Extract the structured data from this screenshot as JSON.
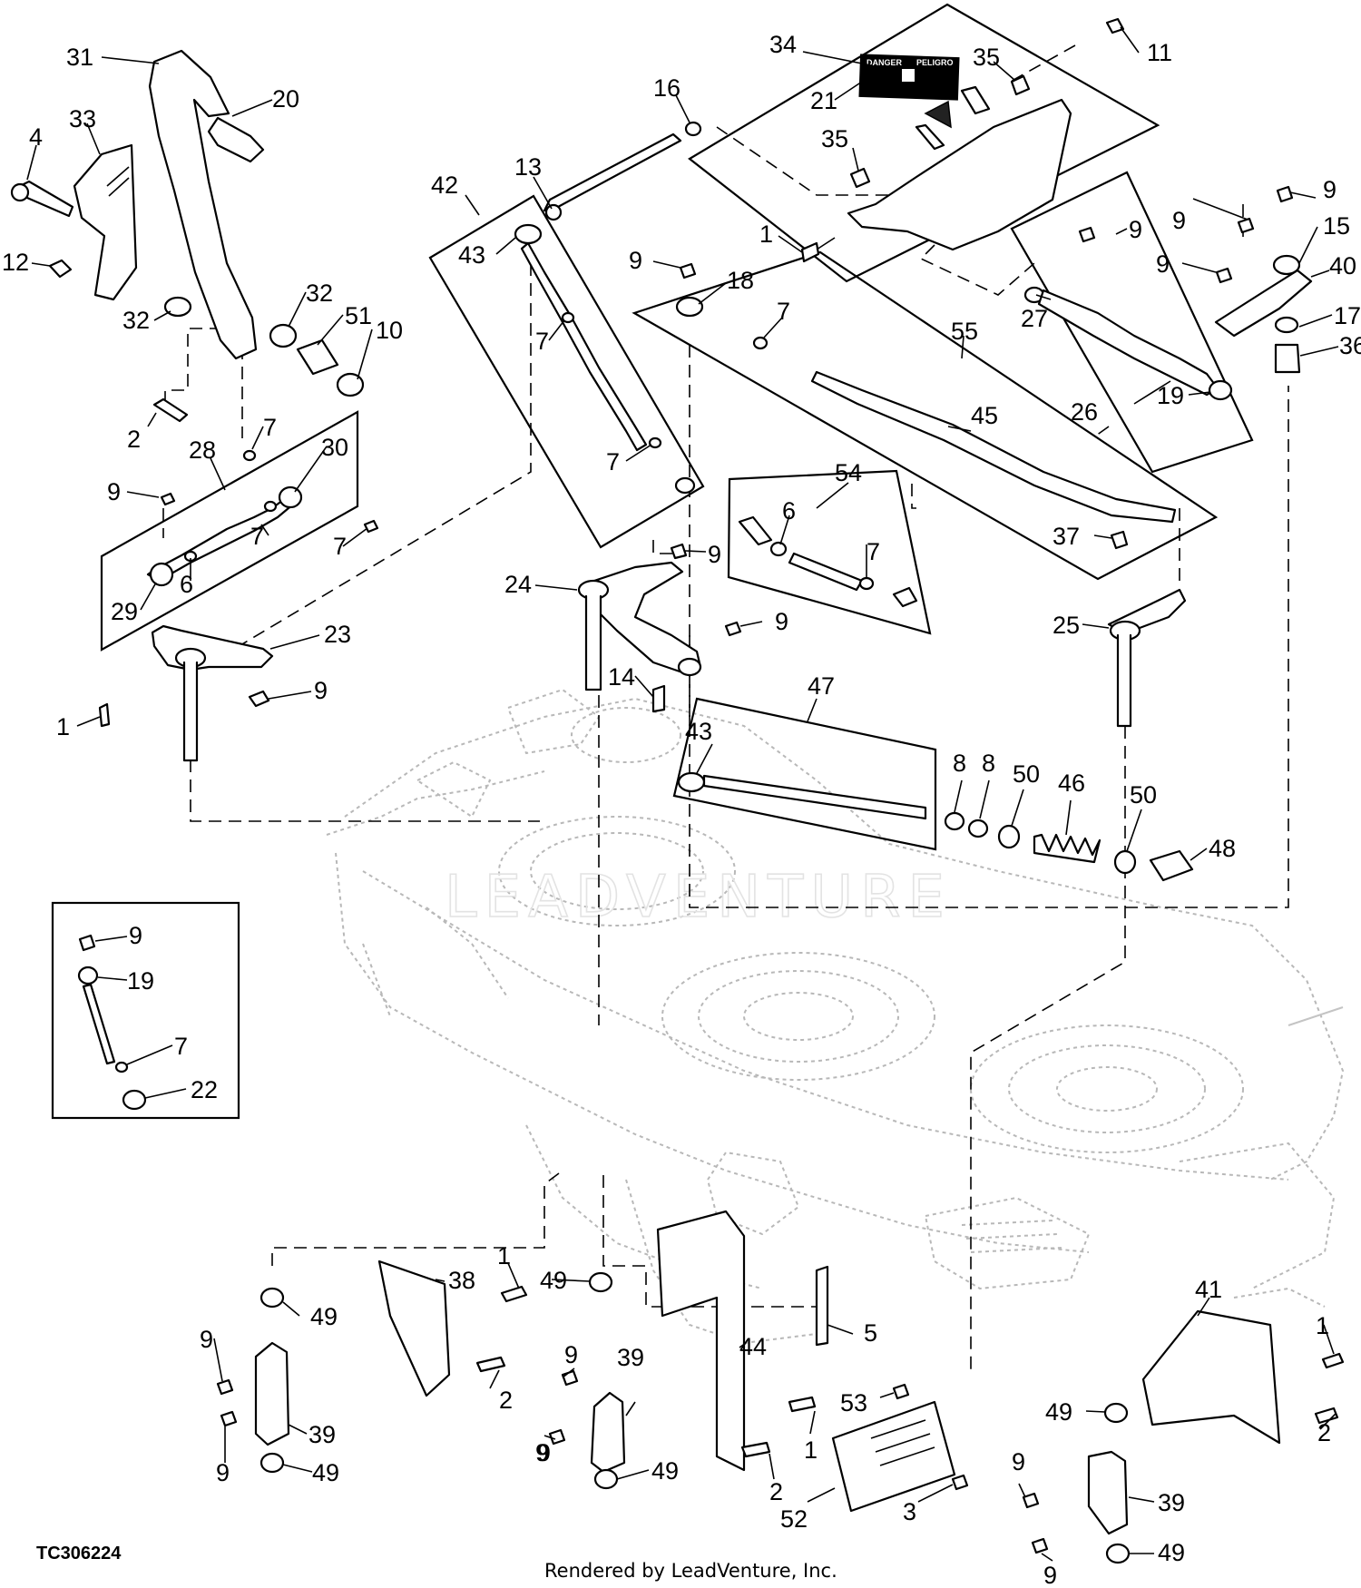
{
  "figure_code": "TC306224",
  "credit": "Rendered by LeadVenture, Inc.",
  "watermark": "LEADVENTURE",
  "decal": {
    "left": "DANGER",
    "right": "PELIGRO"
  },
  "callouts": {
    "c1": "31",
    "c2": "20",
    "c3": "33",
    "c4": "4",
    "c5": "12",
    "c6": "32",
    "c7": "32",
    "c8": "51",
    "c9": "10",
    "c10": "2",
    "c11": "28",
    "c12": "7",
    "c13": "30",
    "c14": "9",
    "c15": "7",
    "c16": "7",
    "c17": "6",
    "c18": "29",
    "c19": "23",
    "c20": "9",
    "c21": "1",
    "c22": "42",
    "c23": "13",
    "c24": "43",
    "c25": "7",
    "c26": "7",
    "c27": "34",
    "c28": "35",
    "c29": "11",
    "c30": "21",
    "c31": "16",
    "c32": "35",
    "c33": "1",
    "c34": "9",
    "c35": "18",
    "c36": "7",
    "c37": "55",
    "c38": "45",
    "c39": "9",
    "c40": "9",
    "c41": "9",
    "c42": "9",
    "c43": "15",
    "c44": "40",
    "c45": "27",
    "c46": "17",
    "c47": "36",
    "c48": "19",
    "c49": "26",
    "c50": "54",
    "c51": "6",
    "c52": "7",
    "c53": "37",
    "c54": "24",
    "c55": "9",
    "c56": "9",
    "c57": "25",
    "c58": "14",
    "c59": "47",
    "c60": "43",
    "c61": "8",
    "c62": "8",
    "c63": "50",
    "c64": "46",
    "c65": "50",
    "c66": "48",
    "c67": "9",
    "c68": "19",
    "c69": "7",
    "c70": "22",
    "c71": "38",
    "c72": "1",
    "c73": "49",
    "c74": "49",
    "c75": "9",
    "c76": "2",
    "c77": "9",
    "c78": "39",
    "c79": "9",
    "c80": "49",
    "c81": "9",
    "c82": "39",
    "c83": "44",
    "c84": "5",
    "c85": "9",
    "c86": "1",
    "c87": "49",
    "c88": "2",
    "c89": "53",
    "c90": "52",
    "c91": "3",
    "c92": "41",
    "c93": "1",
    "c94": "49",
    "c95": "2",
    "c96": "9",
    "c97": "39",
    "c98": "9",
    "c99": "49"
  }
}
